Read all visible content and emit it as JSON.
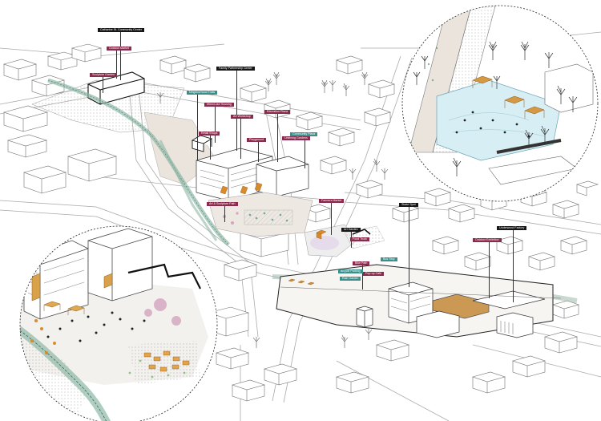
{
  "labels": [
    {
      "id": "catharine-community-center",
      "text": "Catharine St. Community Center",
      "style": "black"
    },
    {
      "id": "outdoor-market",
      "text": "Outdoor Market",
      "style": "maroon"
    },
    {
      "id": "sculpture-garden",
      "text": "Sculpture Garden",
      "style": "maroon"
    },
    {
      "id": "family-partnership-center",
      "text": "Family Partnership Center",
      "style": "black"
    },
    {
      "id": "label-a",
      "text": "Neighborhood Trails",
      "style": "teal"
    },
    {
      "id": "label-b",
      "text": "Mixed-use Housing",
      "style": "maroon"
    },
    {
      "id": "label-c",
      "text": "Art Workshop",
      "style": "maroon"
    },
    {
      "id": "label-d",
      "text": "Education Plaza",
      "style": "maroon"
    },
    {
      "id": "label-e",
      "text": "Community Plaza",
      "style": "teal"
    },
    {
      "id": "label-f",
      "text": "Retail Shops",
      "style": "maroon"
    },
    {
      "id": "label-g",
      "text": "Playground",
      "style": "maroon"
    },
    {
      "id": "label-h",
      "text": "Learning Gardens",
      "style": "maroon"
    },
    {
      "id": "label-i",
      "text": "Art & Sculpture Path",
      "style": "maroon"
    },
    {
      "id": "label-j",
      "text": "Farmers Market",
      "style": "maroon"
    },
    {
      "id": "skate-spot",
      "text": "Skate Spot",
      "style": "black"
    },
    {
      "id": "label-k",
      "text": "Art Garden",
      "style": "black"
    },
    {
      "id": "label-l",
      "text": "Food Truck",
      "style": "maroon"
    },
    {
      "id": "label-m",
      "text": "Bike Path",
      "style": "maroon"
    },
    {
      "id": "label-n",
      "text": "Bus Stop",
      "style": "teal"
    },
    {
      "id": "label-o",
      "text": "Bicycle Parking",
      "style": "teal"
    },
    {
      "id": "label-p",
      "text": "Pop-up Cafe",
      "style": "maroon"
    },
    {
      "id": "label-q",
      "text": "Rain Garden",
      "style": "teal"
    },
    {
      "id": "underwood-factory",
      "text": "Underwood Factory",
      "style": "black"
    },
    {
      "id": "label-r",
      "text": "Outdoor Exhibition",
      "style": "maroon"
    }
  ],
  "colors": {
    "maroon": "#8a2a4c",
    "teal": "#3b8f8a",
    "black": "#161616",
    "ice": "#d6eef4",
    "trail": "#8fb8a6",
    "accent": "#d98b2b",
    "plaza": "#eae4dc"
  }
}
